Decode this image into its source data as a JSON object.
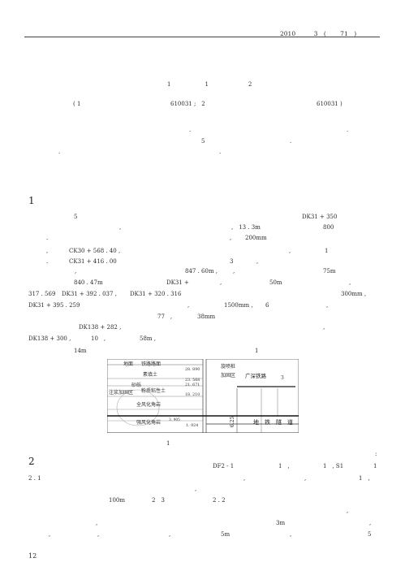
{
  "header": {
    "text": "2010　　　3　(　　 71　)"
  },
  "authors": {
    "line": "1　　　　　　1　　　　　　　2"
  },
  "affiliation": {
    "left": "( 1",
    "mid": "610031 ;　2",
    "right": "610031 )"
  },
  "abstract": {
    "mark1": ".",
    "mark2": ".",
    "mark3": "5",
    "mark4": ".",
    "mark5": ".",
    "mark6": "."
  },
  "sections": {
    "s1": "1",
    "s2": "2"
  },
  "body1": [
    "5",
    "DK31 + 350",
    ",",
    ",　13 . 3m",
    "800",
    ".",
    ",",
    "200mm",
    ",",
    "CK30 + 568 . 40 ,",
    ",",
    "1",
    ".",
    "CK31 + 416 . 00",
    "3",
    ",",
    ",",
    "847 . 60m ,",
    ",",
    "75m",
    "840 . 47m",
    "DK31 +",
    ",",
    "50m",
    ",",
    "317 . 569",
    "DK31 + 392 . 037 ,",
    "DK31 + 320 . 316",
    "300mm ,",
    "DK31 + 395 . 259",
    ",",
    "1500mm ,",
    "6",
    ",",
    "77　,",
    "38mm",
    "DK138 + 282 ,",
    ",",
    "DK138 + 300 ,",
    "10　,",
    "58m ,",
    "14m",
    "1"
  ],
  "figure": {
    "caption": "1",
    "left_labels": [
      "地面",
      "铁路路面",
      "素填土",
      "砂砾",
      "注浆加固区",
      "粉质粘性土",
      "全风化角岩",
      "强风化角岩"
    ],
    "elevations": [
      "28. 890",
      "23. 568",
      "21. 671",
      "18. 210",
      "3. 905",
      "1. 924"
    ],
    "right_labels": [
      "旋喷桩",
      "加固区",
      "广深铁路",
      "3",
      "地　铁　隧　道",
      "6.25"
    ]
  },
  "body2": [
    ":",
    "DF2 - 1",
    "1　,",
    "1　, S1",
    "1",
    "2 . 1",
    ",",
    ",",
    "1　,",
    ",",
    "100m",
    "2　3",
    "2 . 2",
    ",",
    ",",
    "3m",
    ",",
    ",",
    ",",
    ",",
    "5m",
    ",",
    "5"
  ],
  "page_number": "12"
}
